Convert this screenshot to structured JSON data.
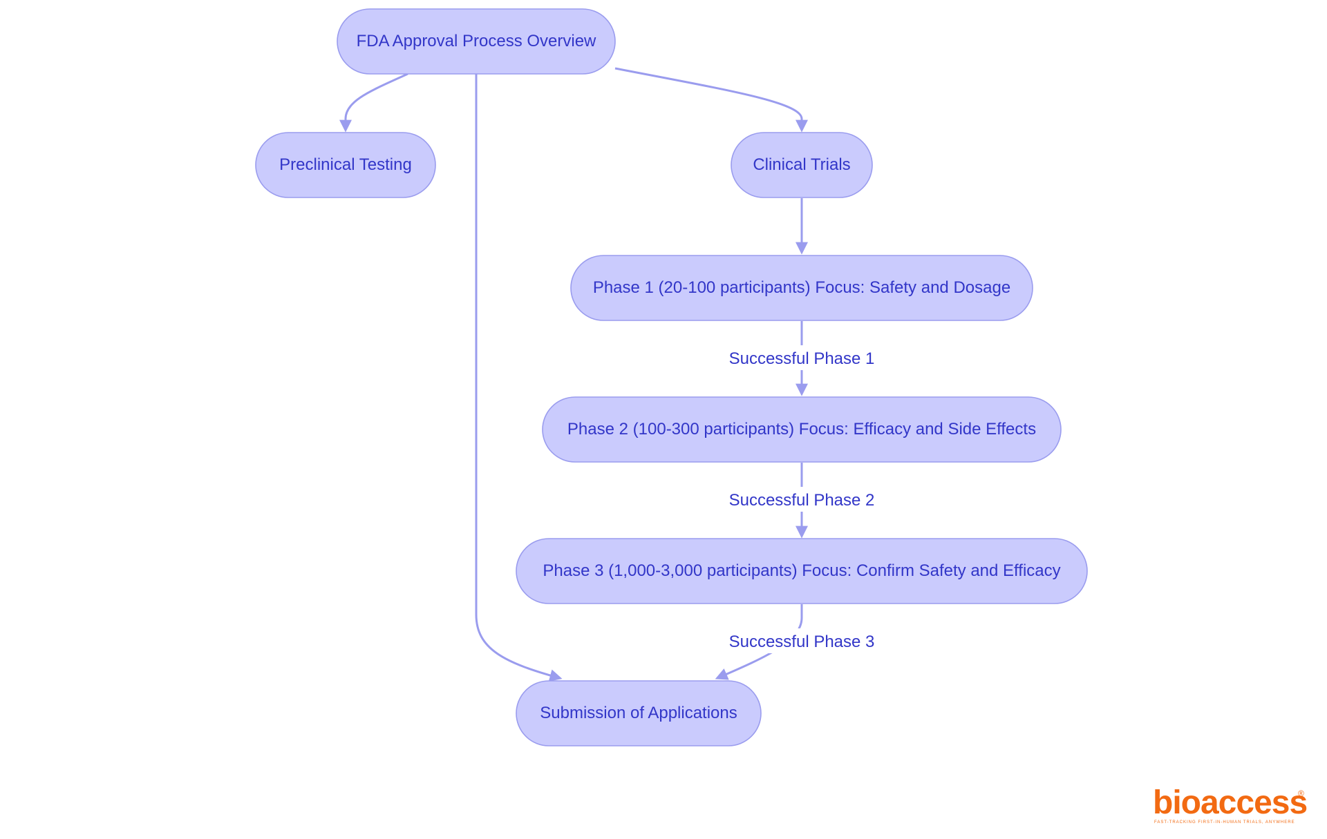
{
  "colors": {
    "node_fill": "#cacbfd",
    "node_stroke": "#9a9cee",
    "text": "#3236c8",
    "edge": "#9a9cee",
    "logo": "#f26a12",
    "background": "#ffffff"
  },
  "nodes": {
    "overview": "FDA Approval Process Overview",
    "preclinical": "Preclinical Testing",
    "clinical": "Clinical Trials",
    "phase1": "Phase 1 (20-100 participants) Focus: Safety and Dosage",
    "phase2": "Phase 2 (100-300 participants) Focus: Efficacy and Side Effects",
    "phase3": "Phase 3 (1,000-3,000 participants) Focus: Confirm Safety and Efficacy",
    "submission": "Submission of Applications"
  },
  "edge_labels": {
    "phase1_to_phase2": "Successful Phase 1",
    "phase2_to_phase3": "Successful Phase 2",
    "phase3_to_submission": "Successful Phase 3"
  },
  "logo": {
    "name": "bioaccess",
    "registered": "®",
    "tagline": "FAST-TRACKING FIRST-IN-HUMAN TRIALS, ANYWHERE"
  }
}
